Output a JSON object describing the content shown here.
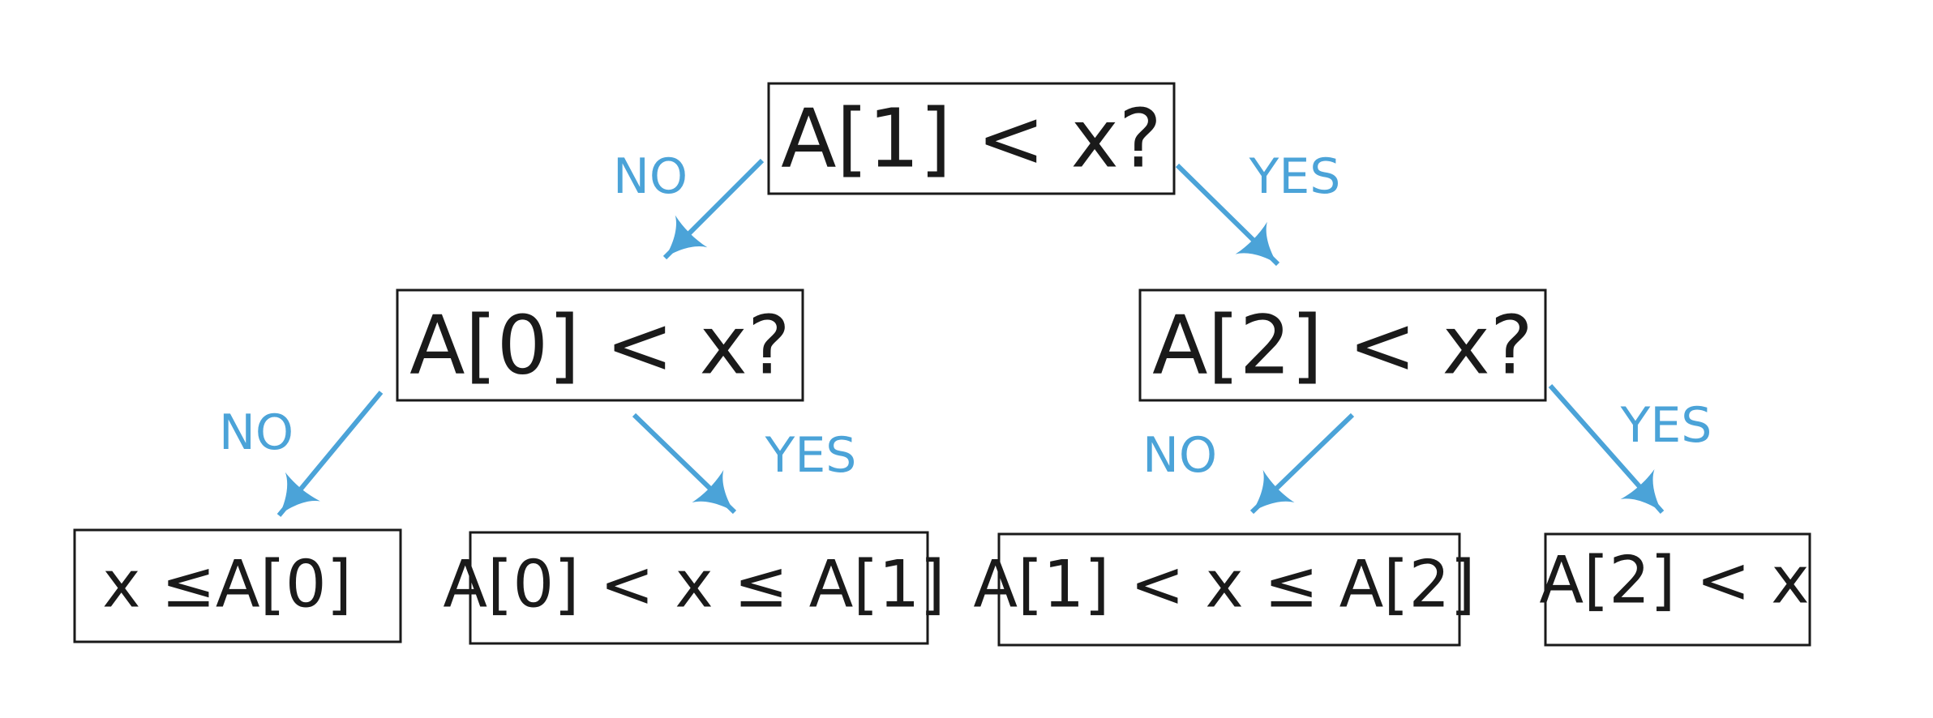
{
  "colors": {
    "edge": "#4ba3d8",
    "box_border": "#1a1a1a",
    "text": "#1a1a1a"
  },
  "nodes": {
    "root": "A[1] < x?",
    "left": "A[0] < x?",
    "right": "A[2] < x?",
    "leaf1": "x ≤A[0]",
    "leaf2": "A[0] < x ≤ A[1]",
    "leaf3": "A[1] < x ≤ A[2]",
    "leaf4": "A[2] < x"
  },
  "edges": {
    "root_left": "NO",
    "root_right": "YES",
    "left_leaf1": "NO",
    "left_leaf2": "YES",
    "right_leaf3": "NO",
    "right_leaf4": "YES"
  }
}
